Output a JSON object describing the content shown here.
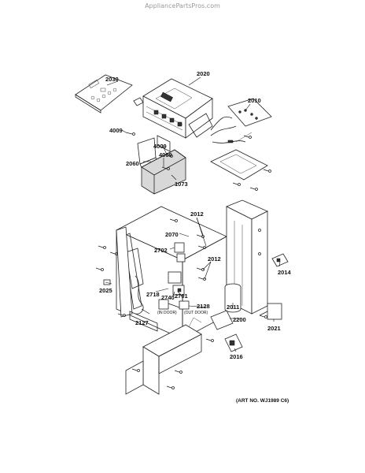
{
  "watermark": "AppliancePartsPros.com",
  "art_number": "(ART NO. WJ1989 C6)",
  "parts": {
    "p2030": "2030",
    "p2020": "2020",
    "p2010": "2010",
    "p4009a": "4009",
    "p4009b": "4009",
    "p4009c": "4009",
    "p2060": "2060",
    "p1073": "1073",
    "p2012a": "2012",
    "p2070": "2070",
    "p2702": "2702",
    "p2012b": "2012",
    "p2014": "2014",
    "p2025": "2025",
    "p2718": "2718",
    "p2740": "2740",
    "p2701": "2701",
    "p2128": "2128",
    "p2011": "2011",
    "p2127": "2127",
    "p2200": "2200",
    "p2021": "2021",
    "p2016": "2016"
  },
  "notes": {
    "in_door": "(IN DOOR)",
    "out_door": "(OUT DOOR)"
  }
}
